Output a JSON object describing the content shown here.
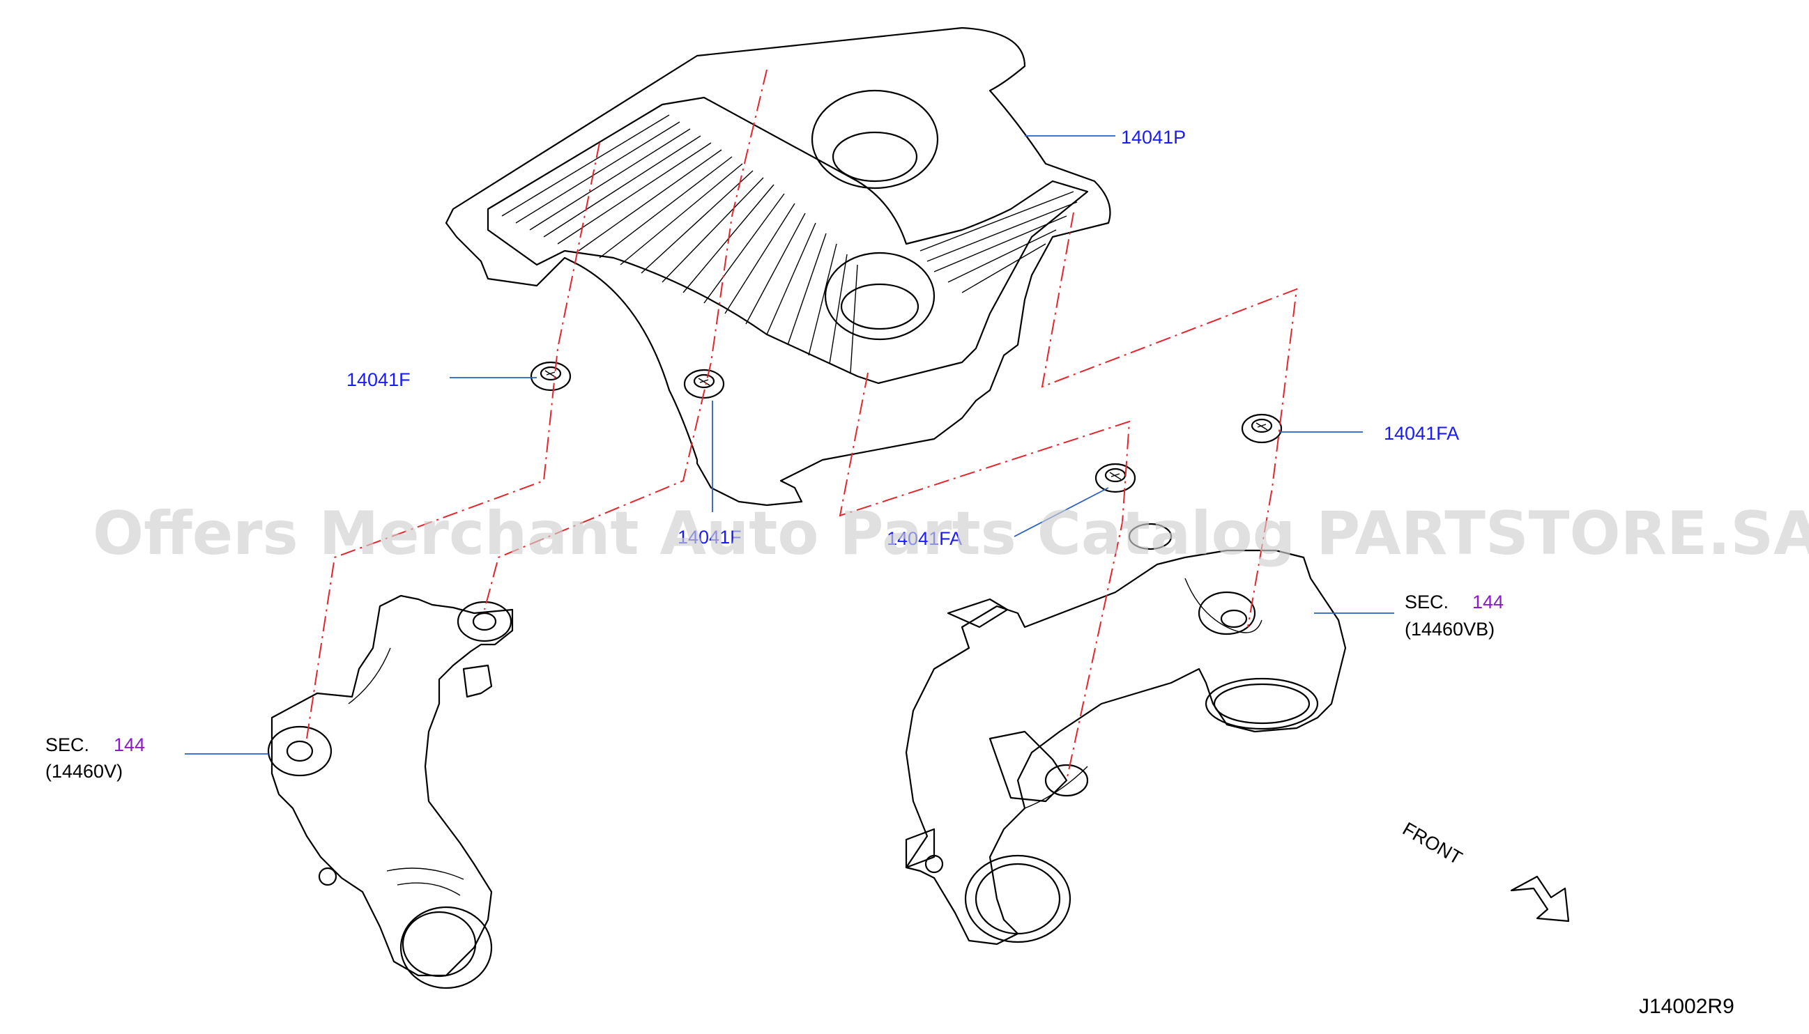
{
  "diagram": {
    "watermark": "Offers Merchant Auto Parts Catalog PARTSTORE.SA",
    "diagram_code": "J14002R9",
    "front_label": "FRONT",
    "colors": {
      "part_label": "#1a1aff",
      "section_number": "#8a1acc",
      "leader_line": "#2a5fc4",
      "center_line": "#e8232a"
    },
    "callouts": {
      "cover": "14041P",
      "grommet_left": "14041F",
      "grommet_center": "14041F",
      "grommet_right": "14041FA",
      "grommet_right_lower": "14041FA"
    },
    "sections": {
      "left": {
        "prefix": "SEC.",
        "number": "144",
        "part": "(14460V)"
      },
      "right": {
        "prefix": "SEC.",
        "number": "144",
        "part": "(14460VB)"
      }
    }
  }
}
